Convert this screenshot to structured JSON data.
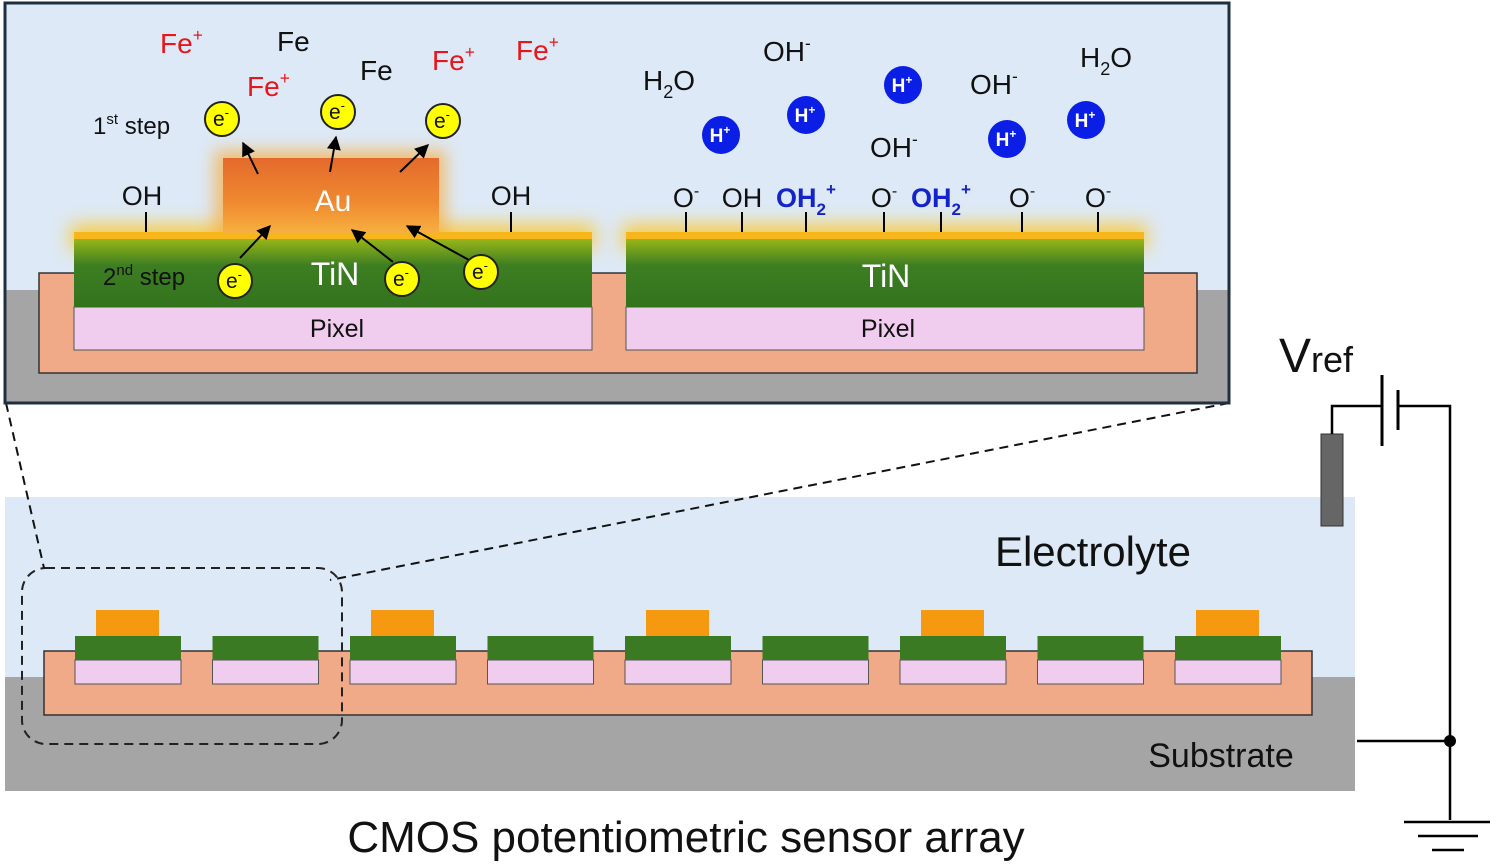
{
  "inset": {
    "left_pixel": {
      "pixel_label": "Pixel",
      "electrode_label": "TiN",
      "particle_label": "Au",
      "step1_prefix": "1",
      "step1_sup": "st",
      "step1_suffix": " step",
      "step2_prefix": "2",
      "step2_sup": "nd",
      "step2_suffix": " step",
      "electron_base": "e",
      "electron_sup": "-",
      "surface_group_left": "OH",
      "surface_group_right": "OH",
      "species": [
        {
          "base": "Fe",
          "sup": "+",
          "color": "red"
        },
        {
          "base": "Fe",
          "sup": "",
          "color": "black"
        },
        {
          "base": "Fe",
          "sup": "+",
          "color": "red"
        },
        {
          "base": "Fe",
          "sup": "",
          "color": "black"
        },
        {
          "base": "Fe",
          "sup": "+",
          "color": "red"
        },
        {
          "base": "Fe",
          "sup": "+",
          "color": "red"
        }
      ]
    },
    "right_pixel": {
      "pixel_label": "Pixel",
      "electrode_label": "TiN",
      "water": "H",
      "water_sub": "2",
      "water_o": "O",
      "hydroxide": "OH",
      "hydroxide_sup": "-",
      "proton": "H",
      "proton_sup": "+",
      "surface": [
        "O-",
        "OH",
        "OH2+",
        "O-",
        "OH2+",
        "O-",
        "O-"
      ]
    }
  },
  "array": {
    "electrolyte_label": "Electrolyte",
    "substrate_label": "Substrate",
    "reference_label": "V",
    "reference_sub": "ref",
    "pixels": [
      {
        "au": true
      },
      {
        "au": false
      },
      {
        "au": true
      },
      {
        "au": false
      },
      {
        "au": true
      },
      {
        "au": false
      },
      {
        "au": true
      },
      {
        "au": false
      },
      {
        "au": true
      }
    ]
  },
  "caption": "CMOS potentiometric sensor array",
  "colors": {
    "electrolyte": "#dde9f6",
    "substrate": "#a5a5a5",
    "oxide": "#f0aa88",
    "pixel": "#f0cdef",
    "tin": "#3a7a22",
    "gold": "#f59a10",
    "electron": "#ffff00",
    "proton": "#0a1ee6"
  }
}
